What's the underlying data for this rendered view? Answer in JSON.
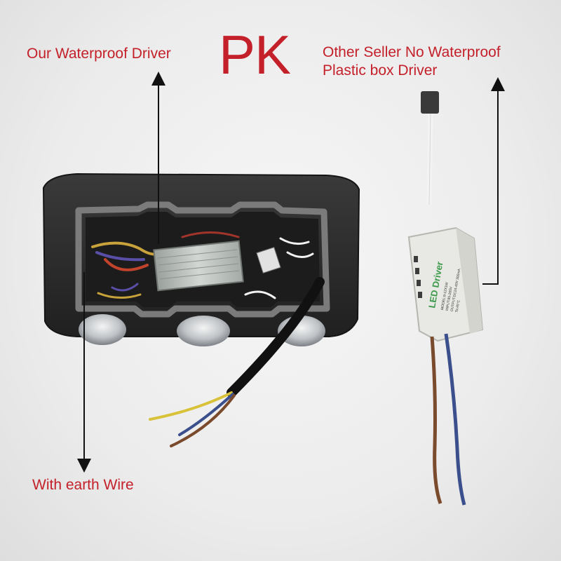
{
  "labels": {
    "our_driver": "Our Waterproof Driver",
    "pk": "PK",
    "other_line1": "Other Seller No Waterproof",
    "other_line2": "Plastic box Driver",
    "earth_wire": "With earth Wire"
  },
  "driver_box": {
    "title": "LED Driver",
    "spec_lines": [
      "MODEL:8-12X1W",
      "INPUT:85-265V",
      "OUTPUT:DC24-40V 300mA",
      "Ta:45°C"
    ]
  },
  "colors": {
    "label_red": "#c4202a",
    "housing": "#2e2e2e",
    "gasket": "#7b7b7b",
    "driver_metal": "#b7bcb8",
    "plastic_box": "#e8e8e4",
    "box_green": "#3c9a4a",
    "wire_brown": "#7a4a2c",
    "wire_blue": "#3a4f8c",
    "wire_yellow": "#d8c23a"
  }
}
